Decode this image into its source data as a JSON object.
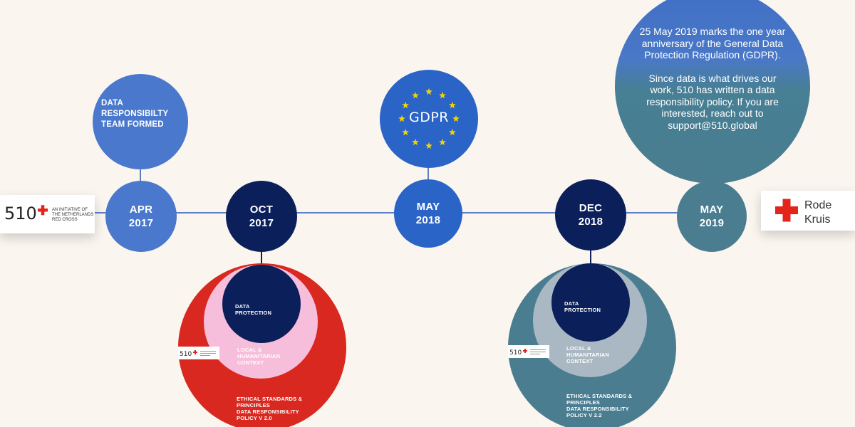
{
  "colors": {
    "background": "#faf5ef",
    "timeline_line": "#5b7fc9",
    "blue_mid": "#4a78cc",
    "navy": "#0b1f5a",
    "gdpr_blue": "#2a64c6",
    "teal": "#4b7d91",
    "red": "#d9281f",
    "pink": "#f7bedc",
    "slate": "#a9b8c2",
    "red_cross": "#e3241b",
    "eu_star": "#f5d300"
  },
  "logos": {
    "left": {
      "mark": "510",
      "lines": [
        "AN INITIATIVE OF",
        "THE NETHERLANDS",
        "RED CROSS"
      ]
    },
    "right": {
      "line1": "Rode",
      "line2": "Kruis"
    }
  },
  "events": {
    "apr2017": {
      "month": "APR",
      "year": "2017",
      "caption": "DATA RESPONSIBILTY TEAM FORMED"
    },
    "oct2017": {
      "month": "OCT",
      "year": "2017"
    },
    "may2018": {
      "month": "MAY",
      "year": "2018",
      "badge_text": "GDPR"
    },
    "dec2018": {
      "month": "DEC",
      "year": "2018"
    },
    "may2019": {
      "month": "MAY",
      "year": "2019",
      "note_p1": "25 May 2019 marks the one year anniversary of the General Data Protection Regulation (GDPR).",
      "note_p2": "Since data is what drives our work, 510 has written a data responsibility policy. If you are interested, reach out to support@510.global"
    }
  },
  "policy_v20": {
    "inner": "DATA PROTECTION",
    "middle": "LOCAL & HUMANITARIAN CONTEXT",
    "outer_1": "ETHICAL STANDARDS & PRINCIPLES",
    "outer_2": "DATA RESPONSIBILITY POLICY V 2.0"
  },
  "policy_v22": {
    "inner": "DATA PROTECTION",
    "middle": "LOCAL & HUMANITARIAN CONTEXT",
    "outer_1": "ETHICAL STANDARDS & PRINCIPLES",
    "outer_2": "DATA RESPONSIBILITY POLICY V 2.2"
  }
}
